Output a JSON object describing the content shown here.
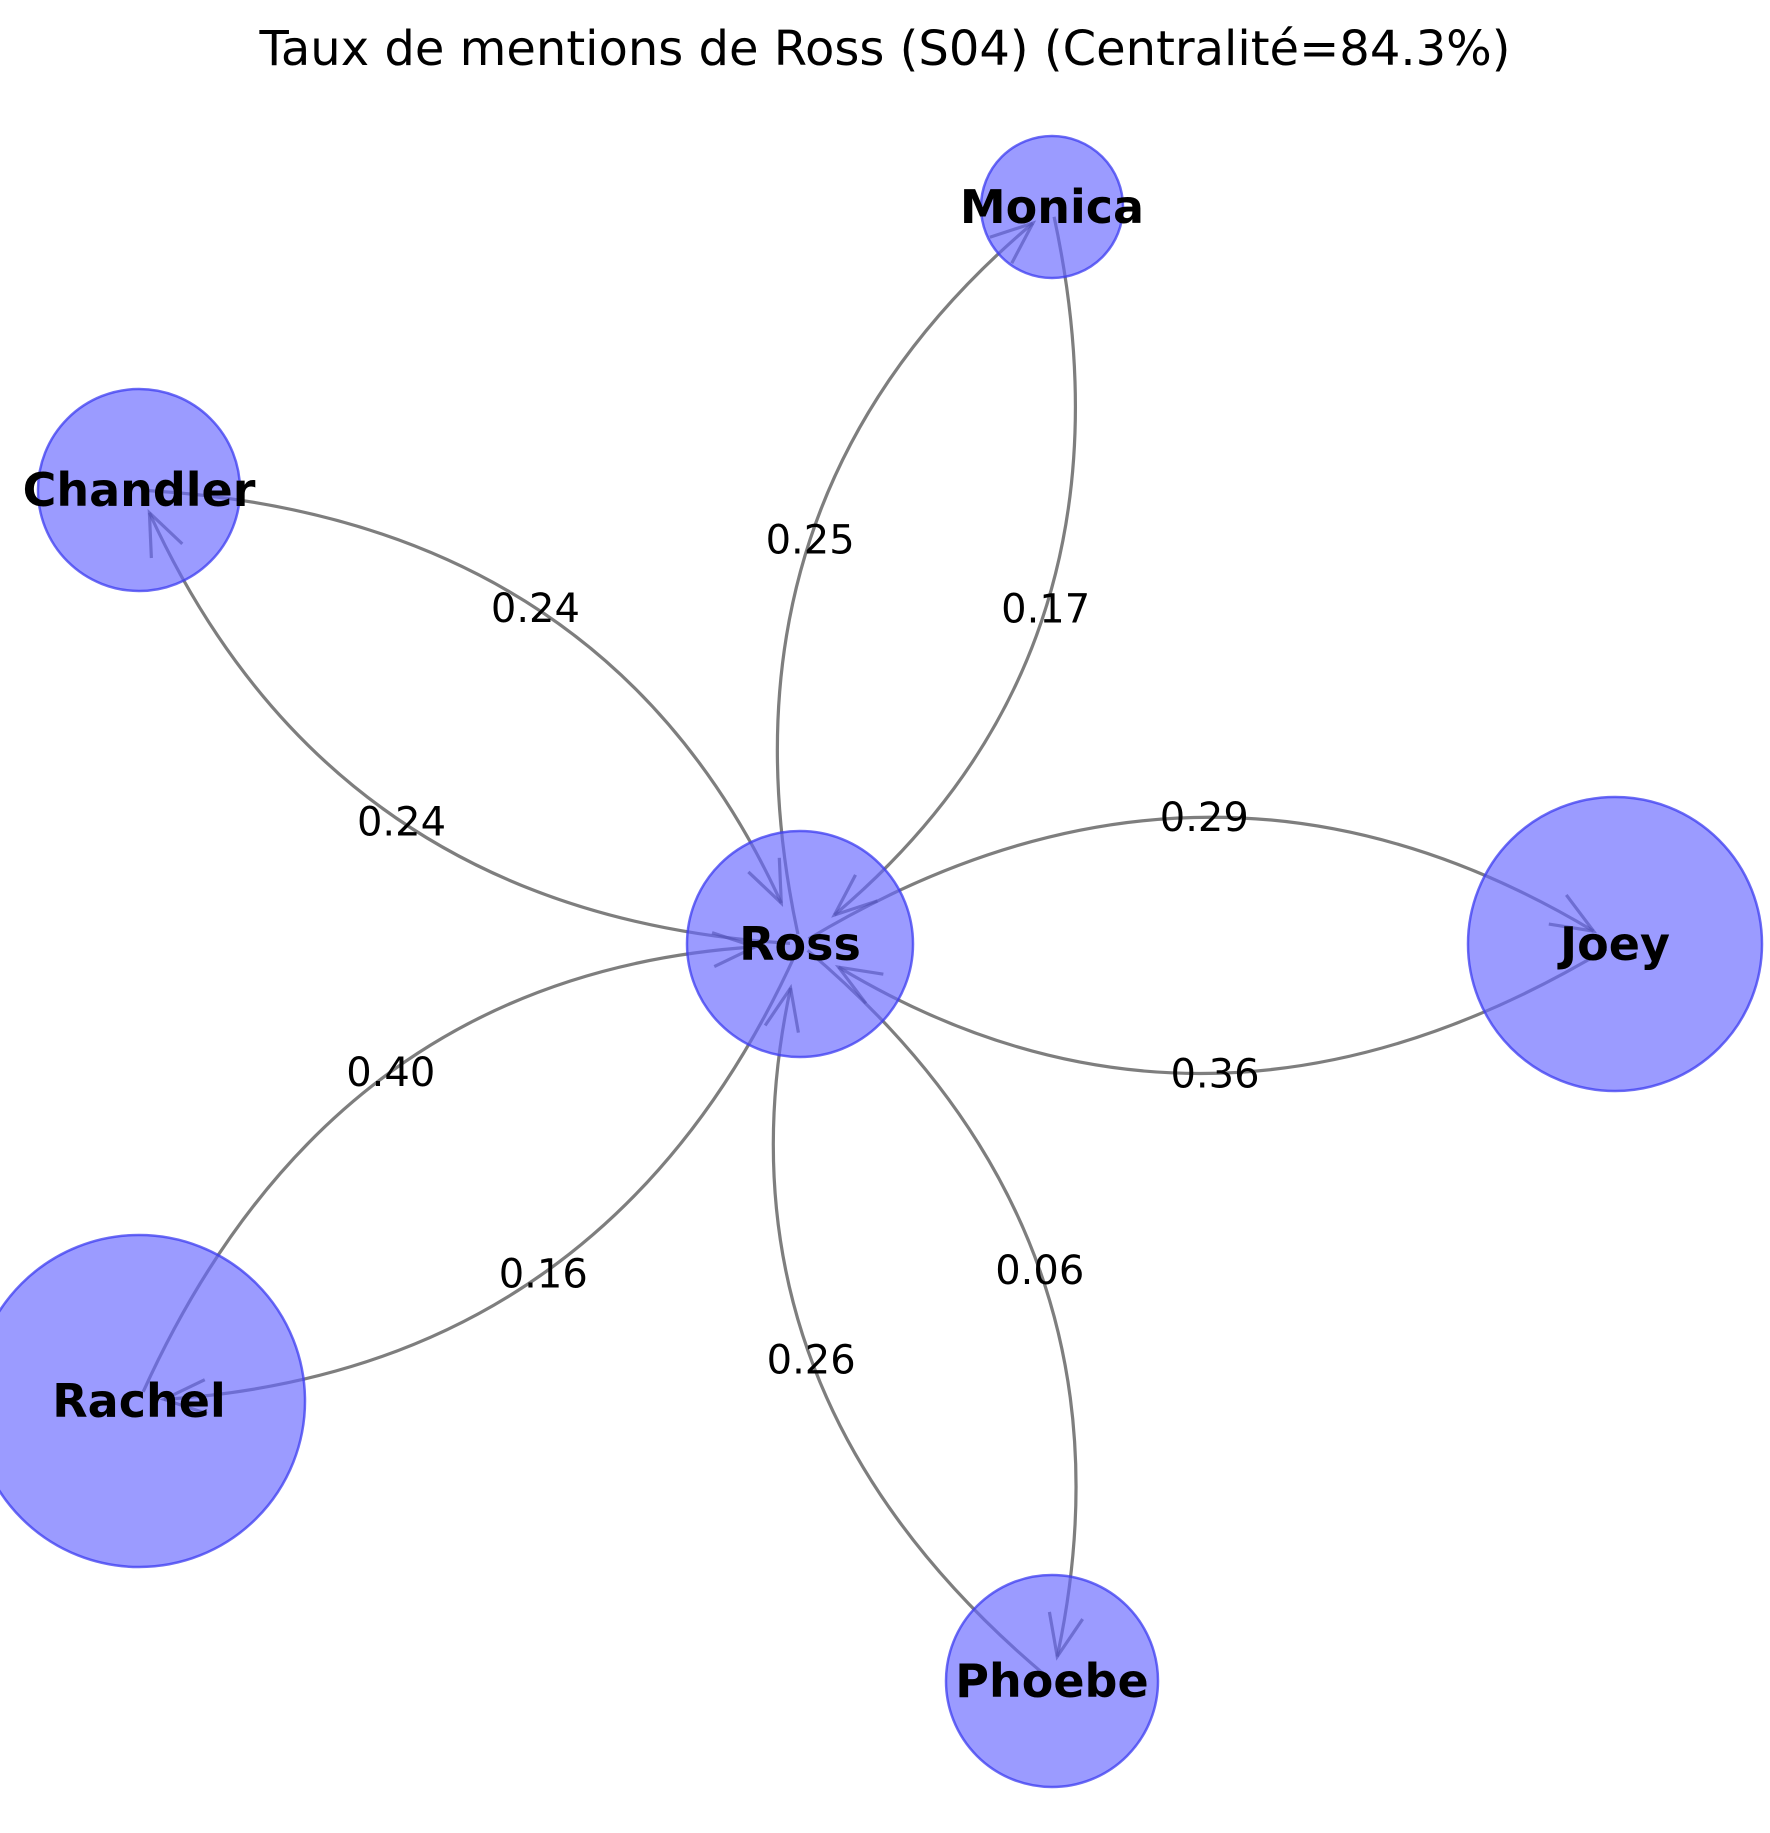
{
  "title": "Taux de mentions de Ross (S04) (Centralité=84.3%)",
  "colors": {
    "node_fill": "#6666ff",
    "node_stroke": "#3c3cf0",
    "edge": "#282828"
  },
  "nodes": [
    {
      "id": "Ross",
      "label": "Ross"
    },
    {
      "id": "Monica",
      "label": "Monica"
    },
    {
      "id": "Chandler",
      "label": "Chandler"
    },
    {
      "id": "Joey",
      "label": "Joey"
    },
    {
      "id": "Rachel",
      "label": "Rachel"
    },
    {
      "id": "Phoebe",
      "label": "Phoebe"
    }
  ],
  "edges": [
    {
      "source": "Ross",
      "target": "Monica",
      "label": "0.25"
    },
    {
      "source": "Monica",
      "target": "Ross",
      "label": "0.17"
    },
    {
      "source": "Ross",
      "target": "Chandler",
      "label": "0.24"
    },
    {
      "source": "Chandler",
      "target": "Ross",
      "label": "0.24"
    },
    {
      "source": "Ross",
      "target": "Joey",
      "label": "0.29"
    },
    {
      "source": "Joey",
      "target": "Ross",
      "label": "0.36"
    },
    {
      "source": "Ross",
      "target": "Rachel",
      "label": "0.16"
    },
    {
      "source": "Rachel",
      "target": "Ross",
      "label": "0.40"
    },
    {
      "source": "Ross",
      "target": "Phoebe",
      "label": "0.06"
    },
    {
      "source": "Phoebe",
      "target": "Ross",
      "label": "0.26"
    }
  ]
}
